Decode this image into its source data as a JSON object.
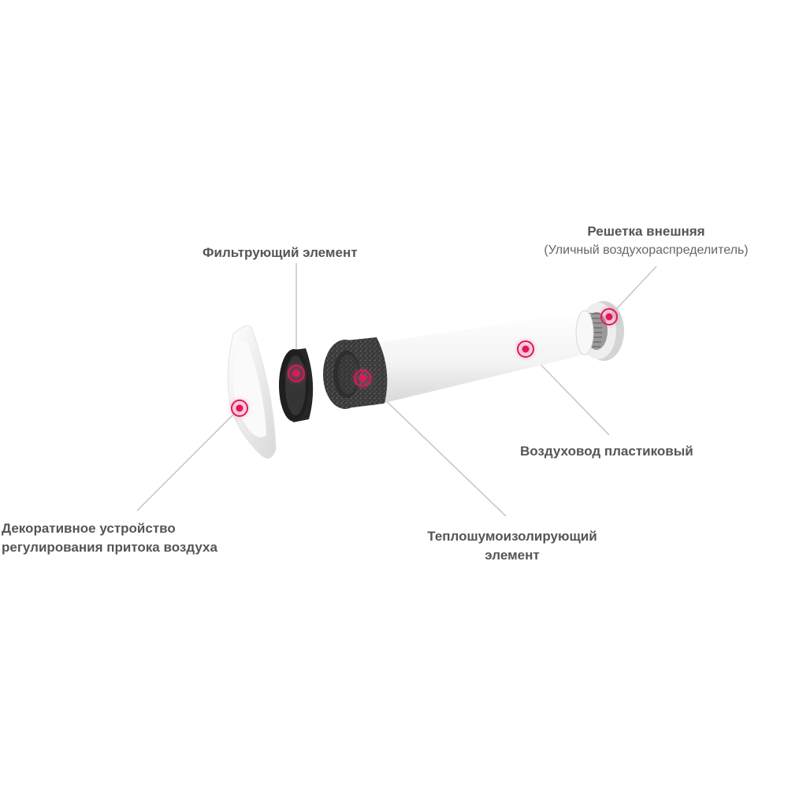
{
  "labels": {
    "filter": "Фильтрующий элемент",
    "grille_title": "Решетка внешняя",
    "grille_sub": "(Уличный воздухораспределитель)",
    "duct": "Воздуховод пластиковый",
    "insulation_line1": "Теплошумоизолирующий",
    "insulation_line2": "элемент",
    "decorative_line1": "Декоративное устройство",
    "decorative_line2": "регулирования притока воздуха"
  },
  "colors": {
    "marker": "#e0185a",
    "leader": "#c8c8c8",
    "label_text": "#555555"
  }
}
